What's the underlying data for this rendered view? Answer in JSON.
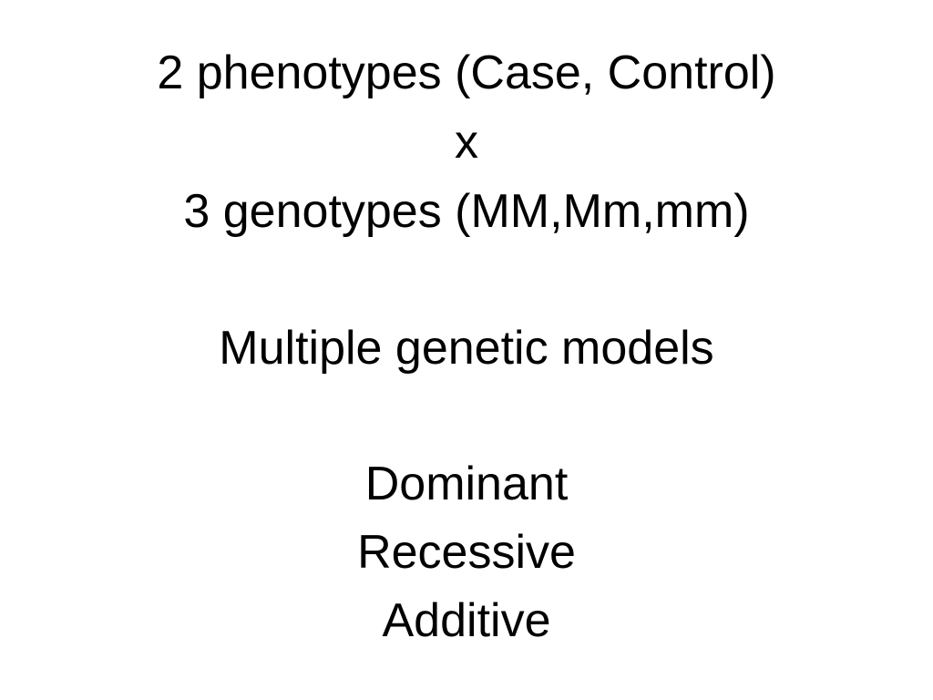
{
  "slide": {
    "lines": {
      "phenotypes": "2 phenotypes (Case, Control)",
      "times": "x",
      "genotypes": "3 genotypes (MM,Mm,mm)",
      "models_heading": "Multiple genetic models"
    },
    "models": [
      "Dominant",
      "Recessive",
      "Additive"
    ]
  }
}
